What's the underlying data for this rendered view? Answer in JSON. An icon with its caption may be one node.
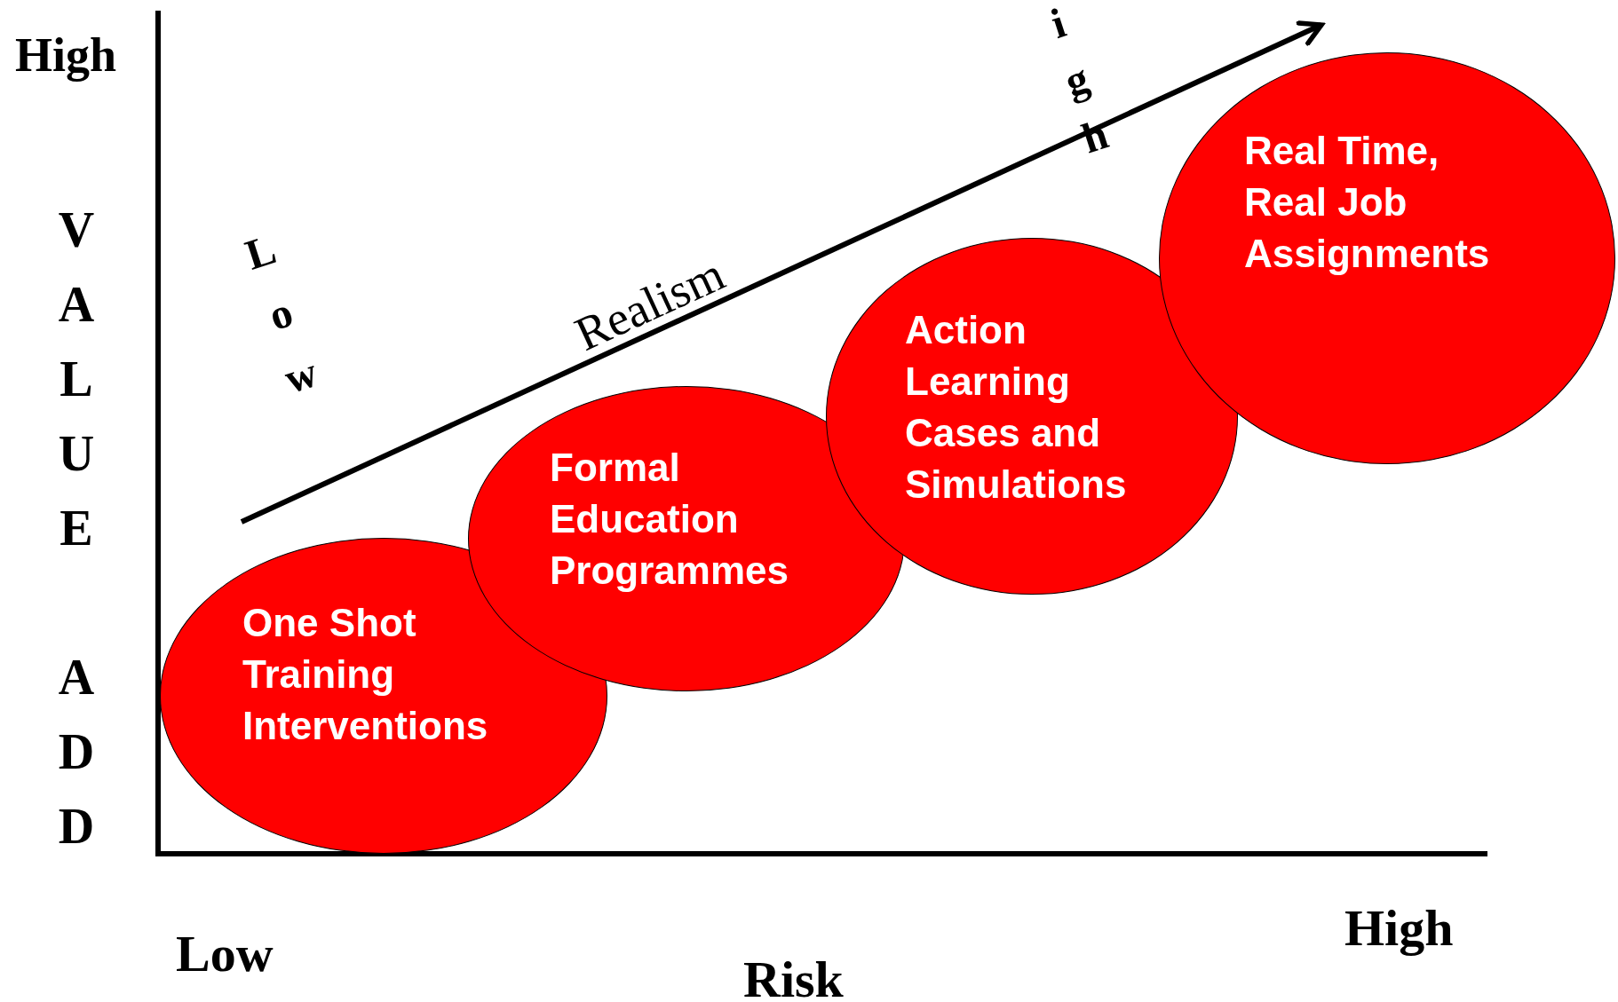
{
  "diagram": {
    "nodes": [
      {
        "text": [
          "One Shot Training Interventions"
        ]
      },
      {
        "text": [
          "Formal Education Programmes"
        ]
      },
      {
        "text": [
          "Action Learning Cases and Simulations"
        ]
      },
      {
        "text": [
          "Real Time, Real Job Assignments"
        ]
      }
    ],
    "labels": [
      "High",
      "igh",
      "VALUE ADD",
      "Low",
      "Realism",
      "Low",
      "High",
      "Risk"
    ]
  }
}
